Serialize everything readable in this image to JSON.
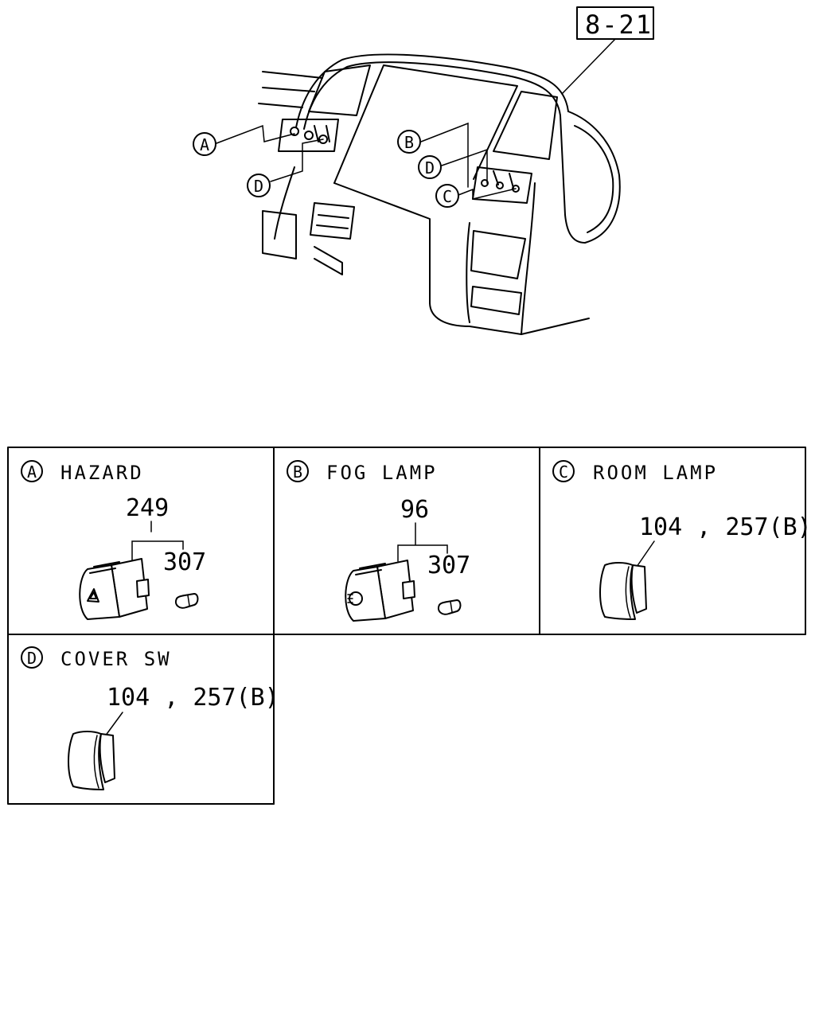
{
  "reference_box": "8-21",
  "callouts": {
    "a": "A",
    "b": "B",
    "c": "C",
    "d": "D"
  },
  "panels": [
    {
      "letter": "A",
      "title": "HAZARD",
      "part_main": "249",
      "part_bulb": "307"
    },
    {
      "letter": "B",
      "title": "FOG LAMP",
      "part_main": "96",
      "part_bulb": "307"
    },
    {
      "letter": "C",
      "title": "ROOM LAMP",
      "part_main": "104 , 257(B)"
    },
    {
      "letter": "D",
      "title": "COVER SW",
      "part_main": "104 , 257(B)"
    }
  ]
}
